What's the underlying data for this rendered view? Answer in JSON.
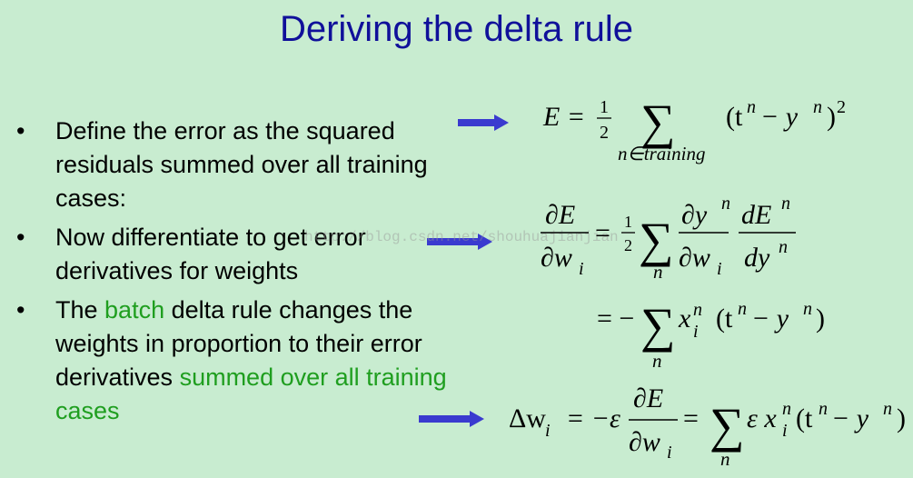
{
  "title": "Deriving the delta rule",
  "bullets": {
    "symbol": "•",
    "b1": "Define the error as the squared residuals summed over all training cases:",
    "b2": "Now differentiate to get error derivatives for weights",
    "b3_pre": "The ",
    "b3_batch": "batch",
    "b3_mid": " delta rule changes the weights in proportion to their error derivatives ",
    "b3_end": "summed over all training cases"
  },
  "equations": {
    "eq1_lhs": "E =",
    "half_num": "1",
    "half_den": "2",
    "sigma": "∑",
    "eq1_sub": "n∈training",
    "eq1_rhs": "(t",
    "n": "n",
    "minus_y": " − y",
    "close_sq": ")",
    "sq": "2",
    "eq2_num": "∂E",
    "eq2_den": "∂w",
    "i": "i",
    "eq2_eq": "=",
    "eq2_sub": "n",
    "dy": "∂y",
    "dE": "dE",
    "dyn": "dy",
    "eq3": "= −",
    "x": "x",
    "open": "(t",
    "close": ")",
    "eq4_lhs": "Δw",
    "eq4_mid": "= −ε",
    "eq4_eq": "=",
    "eps_x": "ε x"
  },
  "watermark": "http://blog.csdn.net/shouhuajianjian",
  "colors": {
    "title": "#10109a",
    "accent_green": "#1f9e1f",
    "arrow": "#3a3acf",
    "background": "#c8ecd0"
  }
}
